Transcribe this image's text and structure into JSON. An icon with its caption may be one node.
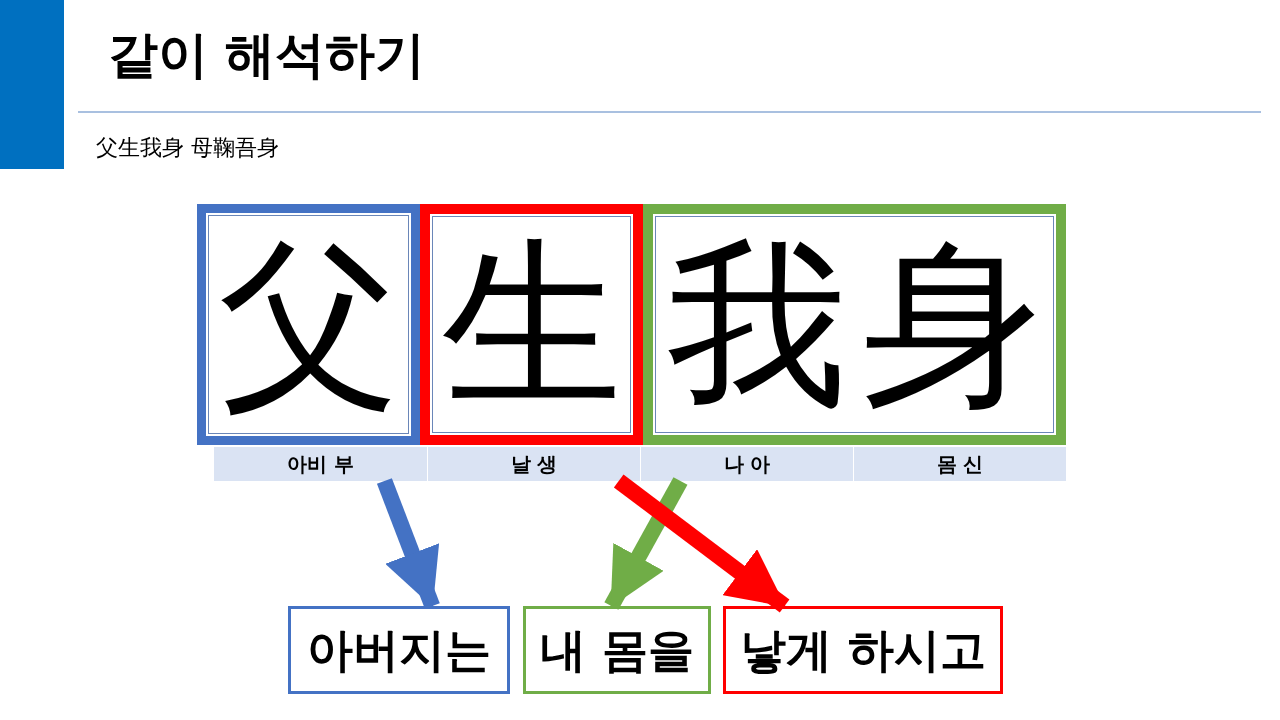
{
  "diagram": {
    "title": "같이 해석하기",
    "nodes": [
      {
        "text": [
          "父"
        ]
      },
      {
        "text": [
          "生"
        ]
      },
      {
        "text": [
          "我",
          "身"
        ]
      },
      {
        "text": [
          "아비 부"
        ]
      },
      {
        "text": [
          "날 생"
        ]
      },
      {
        "text": [
          "나 아"
        ]
      },
      {
        "text": [
          "몸 신"
        ]
      },
      {
        "text": [
          "아버지는"
        ]
      },
      {
        "text": [
          "내 몸을"
        ]
      },
      {
        "text": [
          "낳게 하시고"
        ]
      }
    ],
    "edges": [
      {
        "from": 3,
        "to": 7,
        "arrow": "to",
        "color": "#4472c4"
      },
      {
        "from": 5,
        "to": 8,
        "arrow": "to",
        "color": "#70ad47"
      },
      {
        "from": 4,
        "to": 9,
        "arrow": "to",
        "color": "#ff0000"
      }
    ],
    "labels": [
      "父生我身 母鞠吾身"
    ]
  }
}
